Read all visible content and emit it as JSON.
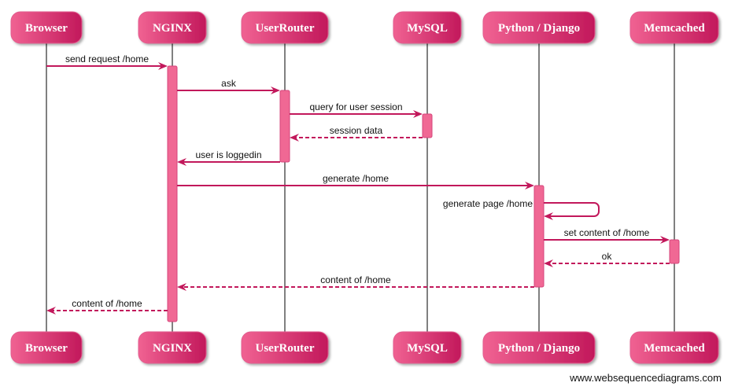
{
  "diagram": {
    "type": "sequence",
    "colors": {
      "actor_fill_start": "#f06292",
      "actor_fill_end": "#c2185b",
      "actor_stroke": "#e35d8f",
      "activation_fill": "#f06894",
      "activation_stroke": "#d6457b",
      "arrow": "#c2185b",
      "lifeline": "#000000"
    },
    "actors": [
      {
        "id": "browser",
        "label": "Browser"
      },
      {
        "id": "nginx",
        "label": "NGINX"
      },
      {
        "id": "userrouter",
        "label": "UserRouter"
      },
      {
        "id": "mysql",
        "label": "MySQL"
      },
      {
        "id": "django",
        "label": "Python / Django"
      },
      {
        "id": "memcached",
        "label": "Memcached"
      }
    ],
    "messages": [
      {
        "from": "browser",
        "to": "nginx",
        "label": "send request /home",
        "style": "solid"
      },
      {
        "from": "nginx",
        "to": "userrouter",
        "label": "ask",
        "style": "solid"
      },
      {
        "from": "userrouter",
        "to": "mysql",
        "label": "query for user session",
        "style": "solid"
      },
      {
        "from": "mysql",
        "to": "userrouter",
        "label": "session data",
        "style": "dashed"
      },
      {
        "from": "userrouter",
        "to": "nginx",
        "label": "user is loggedin",
        "style": "solid"
      },
      {
        "from": "nginx",
        "to": "django",
        "label": "generate /home",
        "style": "solid"
      },
      {
        "from": "django",
        "to": "django",
        "label": "generate page /home",
        "style": "solid"
      },
      {
        "from": "django",
        "to": "memcached",
        "label": "set content of /home",
        "style": "solid"
      },
      {
        "from": "memcached",
        "to": "django",
        "label": "ok",
        "style": "dashed"
      },
      {
        "from": "django",
        "to": "nginx",
        "label": "content of /home",
        "style": "dashed"
      },
      {
        "from": "nginx",
        "to": "browser",
        "label": "content of /home",
        "style": "dashed"
      }
    ],
    "activations": [
      {
        "actor": "nginx",
        "from_msg": 0,
        "to_msg": 10
      },
      {
        "actor": "userrouter",
        "from_msg": 1,
        "to_msg": 4
      },
      {
        "actor": "mysql",
        "from_msg": 2,
        "to_msg": 3
      },
      {
        "actor": "django",
        "from_msg": 5,
        "to_msg": 9
      },
      {
        "actor": "memcached",
        "from_msg": 7,
        "to_msg": 8
      }
    ]
  },
  "footer": {
    "watermark": "www.websequencediagrams.com"
  }
}
